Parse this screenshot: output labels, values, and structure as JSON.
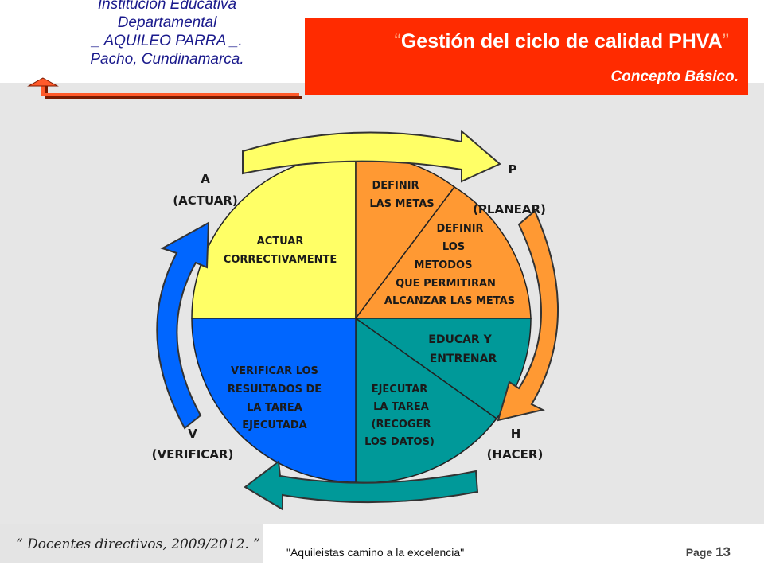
{
  "header": {
    "institution_lines": [
      "Institución Educativa",
      "Departamental",
      "_ AQUILEO PARRA _.",
      "Pacho, Cundinamarca."
    ],
    "title_open_quote": "“",
    "title": "Gestión del ciclo de calidad PHVA",
    "title_close_quote": "”",
    "subtitle": "Concepto Básico."
  },
  "cycle": {
    "phases": {
      "p_letter": "P",
      "p_name": "(PLANEAR)",
      "h_letter": "H",
      "h_name": "(HACER)",
      "v_letter": "V",
      "v_name": "(VERIFICAR)",
      "a_letter": "A",
      "a_name": "(ACTUAR)"
    },
    "segments": {
      "definir_metas": [
        "DEFINIR",
        "LAS METAS"
      ],
      "definir_metodos": [
        "DEFINIR",
        "LOS",
        "METODOS",
        "QUE PERMITIRAN",
        "ALCANZAR LAS METAS"
      ],
      "educar": [
        "EDUCAR Y",
        "ENTRENAR"
      ],
      "ejecutar": [
        "EJECUTAR",
        "LA TAREA",
        "(RECOGER",
        "LOS DATOS)"
      ],
      "verificar": [
        "VERIFICAR LOS",
        "RESULTADOS DE",
        "LA TAREA",
        "EJECUTADA"
      ],
      "actuar": [
        "ACTUAR",
        "CORRECTIVAMENTE"
      ]
    },
    "colors": {
      "plan": "#ff9933",
      "do": "#009999",
      "check": "#0066ff",
      "act": "#ffff66",
      "arrow_top": "#ffff66",
      "arrow_right": "#ff9933",
      "arrow_bottom": "#009999",
      "arrow_left": "#0066ff",
      "header_red": "#ff2b00"
    }
  },
  "footer": {
    "left": "“ Docentes directivos, 2009/2012. ”",
    "center": "\"Aquileistas camino a la excelencia\"",
    "page_label": "Page",
    "page_number": "13"
  }
}
